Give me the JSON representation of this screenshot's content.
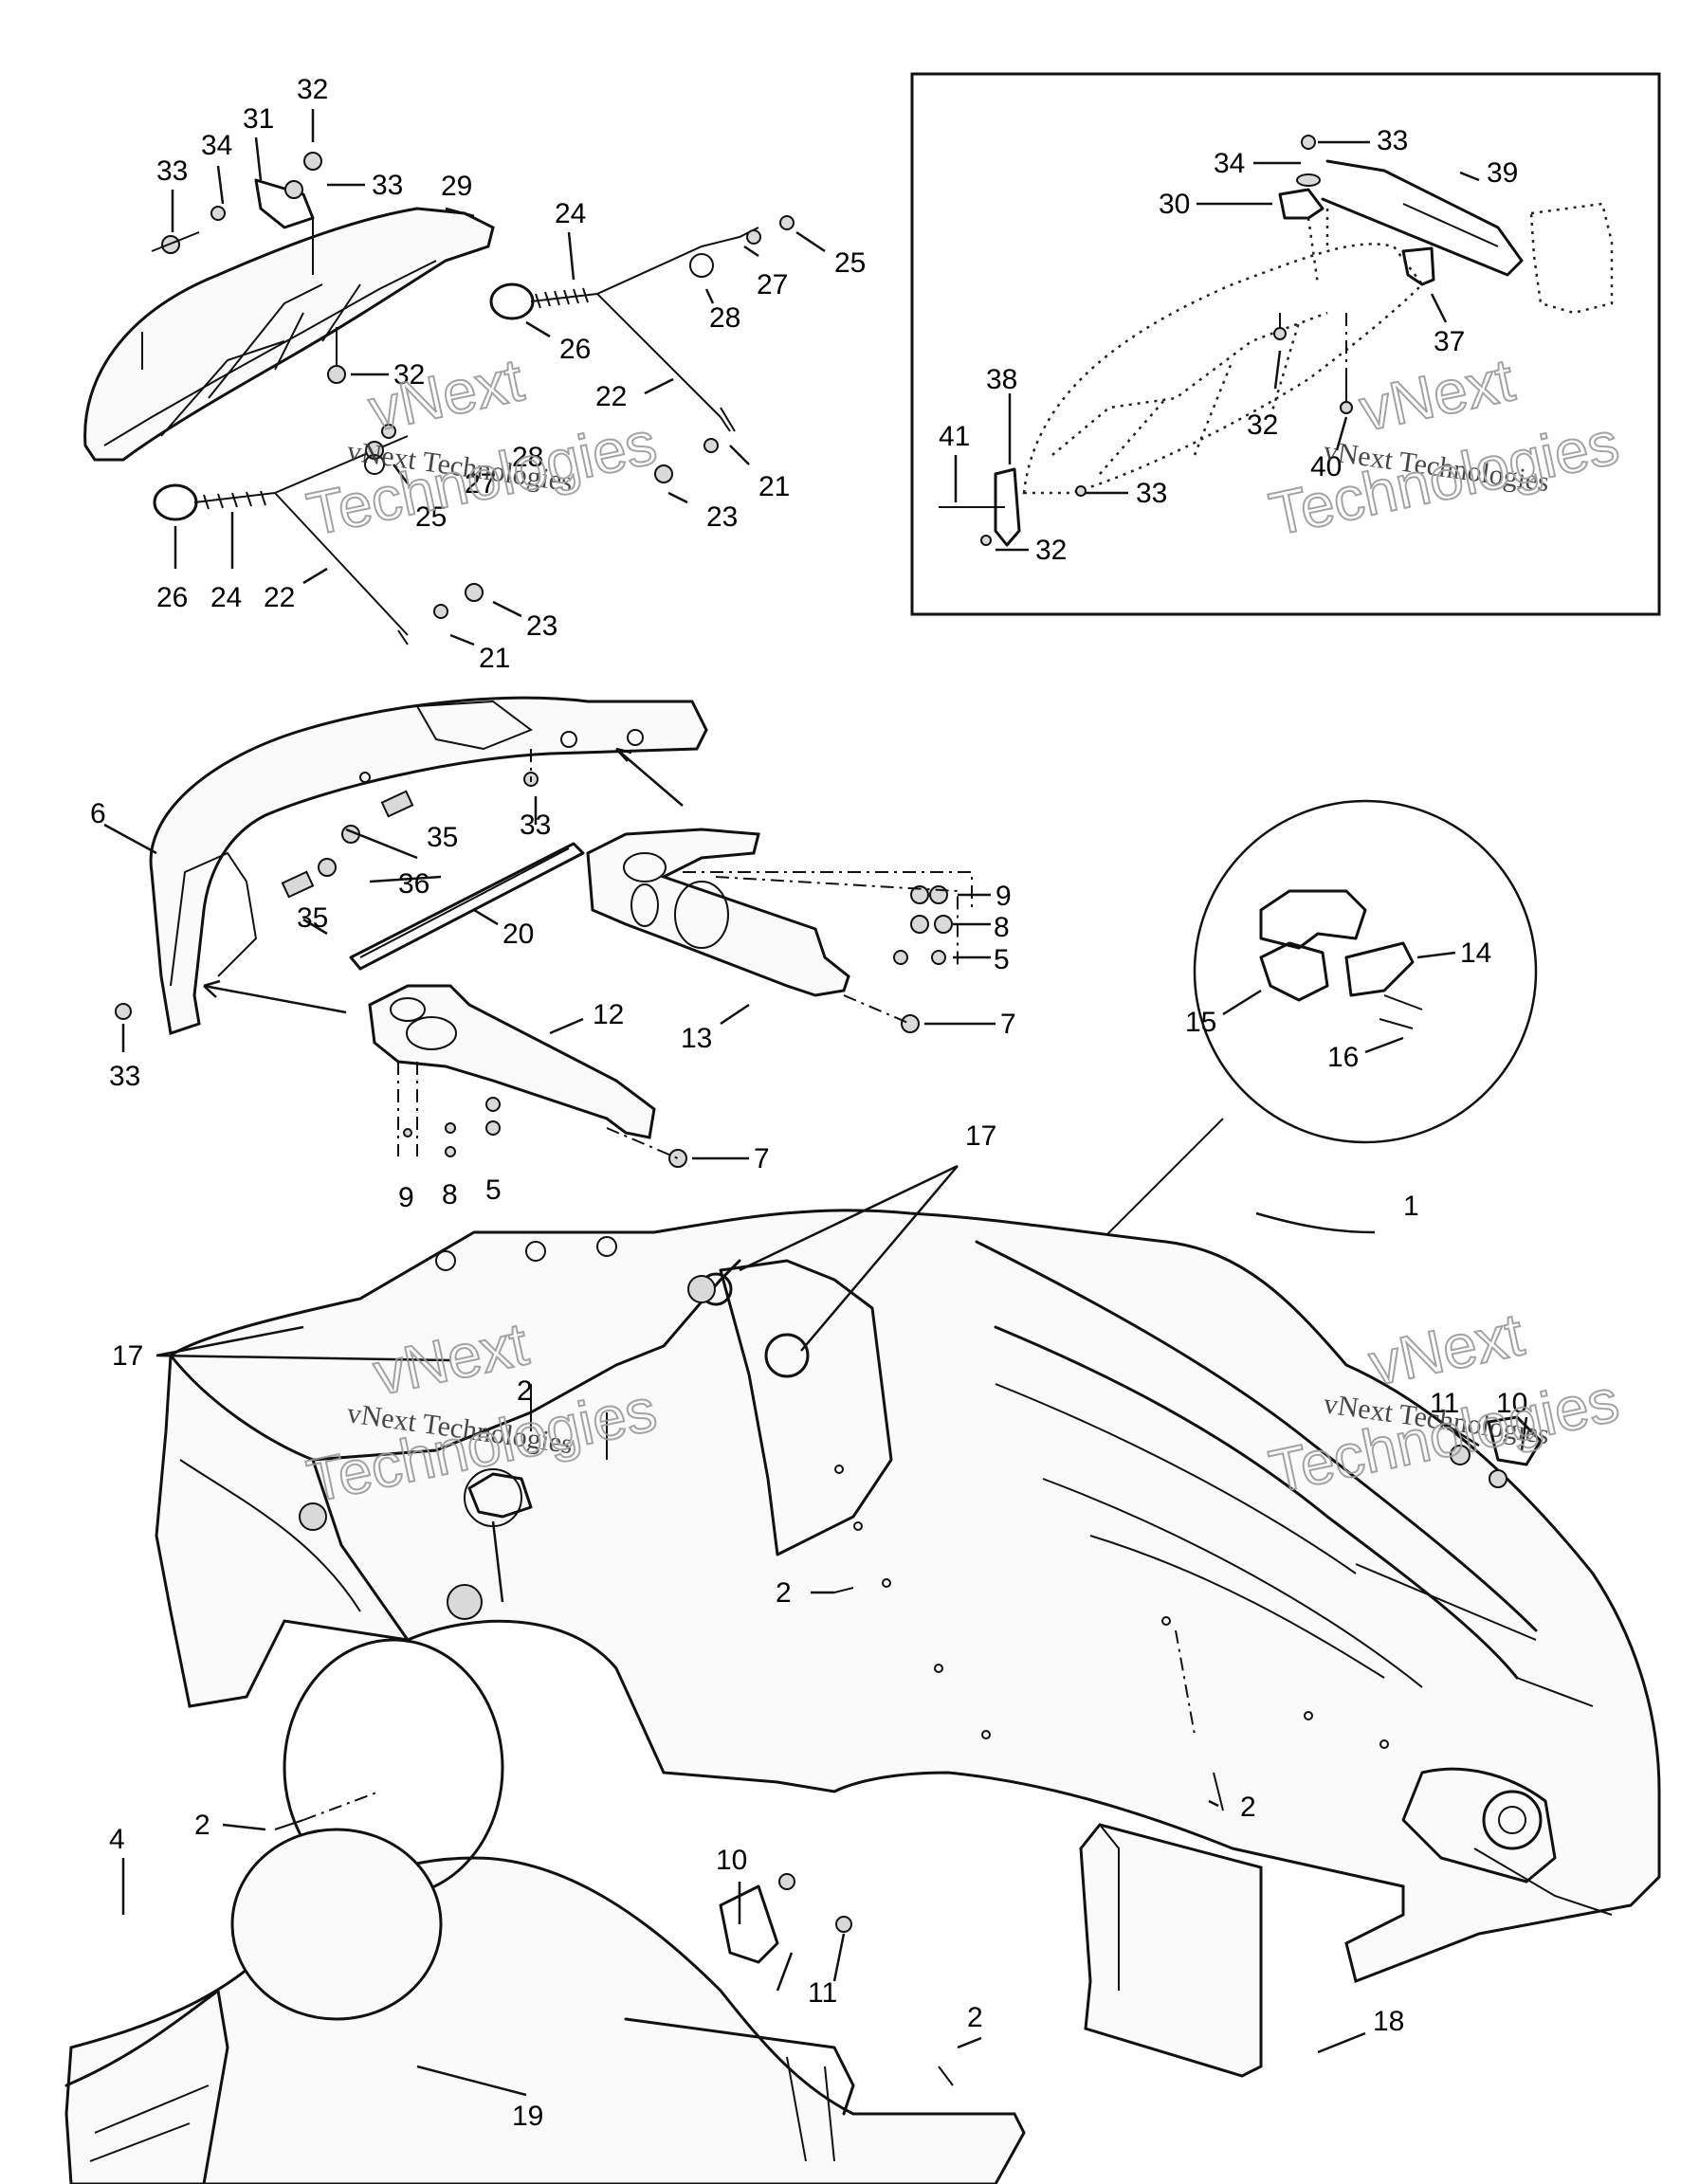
{
  "watermark": {
    "line": "vNext Technologies",
    "brand_top": "vNext",
    "brand_bottom": "Technologies"
  },
  "callouts": {
    "c1": "1",
    "c2a": "2",
    "c2b": "2",
    "c2c": "2",
    "c2d": "2",
    "c2e": "2",
    "c4": "4",
    "c5a": "5",
    "c5b": "5",
    "c6": "6",
    "c7a": "7",
    "c7b": "7",
    "c8a": "8",
    "c8b": "8",
    "c9a": "9",
    "c9b": "9",
    "c10a": "10",
    "c10b": "10",
    "c11a": "11",
    "c11b": "11",
    "c12": "12",
    "c13": "13",
    "c14": "14",
    "c15": "15",
    "c16": "16",
    "c17a": "17",
    "c17b": "17",
    "c18": "18",
    "c19": "19",
    "c20": "20",
    "c21a": "21",
    "c21b": "21",
    "c22a": "22",
    "c22b": "22",
    "c23a": "23",
    "c23b": "23",
    "c24a": "24",
    "c24b": "24",
    "c25a": "25",
    "c25b": "25",
    "c26a": "26",
    "c26b": "26",
    "c27a": "27",
    "c27b": "27",
    "c28a": "28",
    "c28b": "28",
    "c29": "29",
    "c30": "30",
    "c31": "31",
    "c32a": "32",
    "c32b": "32",
    "c32c": "32",
    "c32d": "32",
    "c33a": "33",
    "c33b": "33",
    "c33c": "33",
    "c33d": "33",
    "c33e": "33",
    "c33f": "33",
    "c34a": "34",
    "c34b": "34",
    "c35a": "35",
    "c35b": "35",
    "c36": "36",
    "c37": "37",
    "c38": "38",
    "c39": "39",
    "c40": "40",
    "c41": "41"
  }
}
